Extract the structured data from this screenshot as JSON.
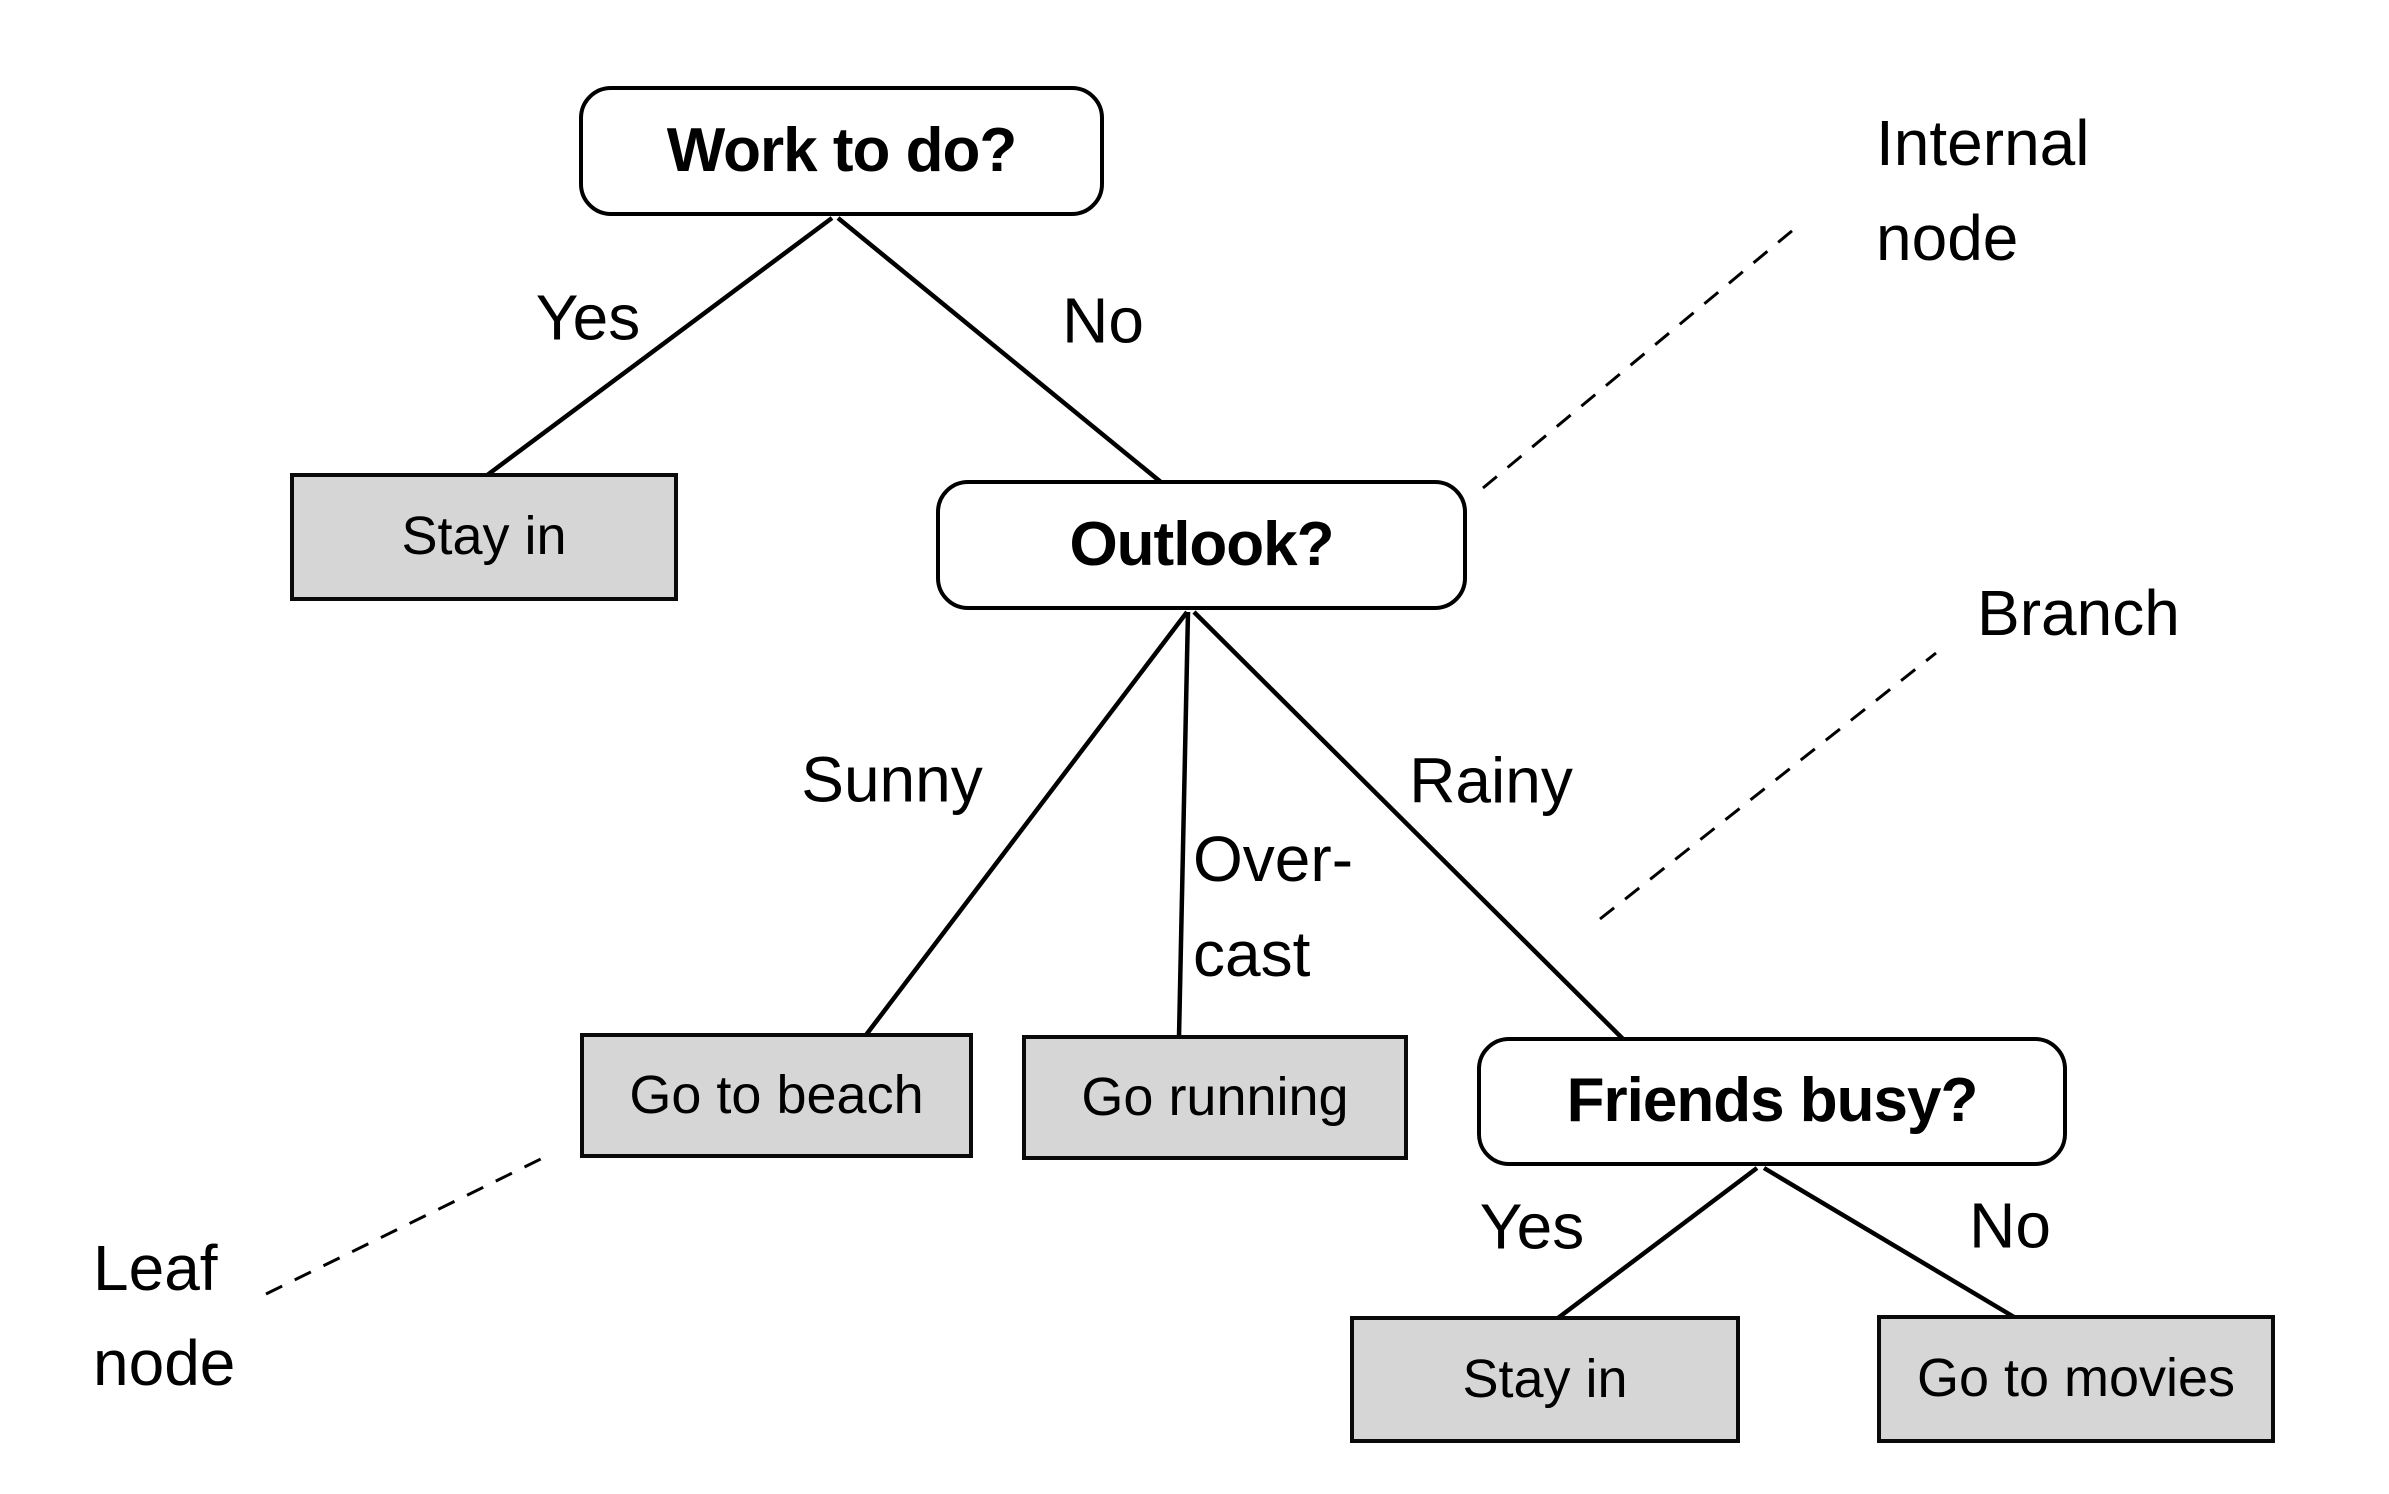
{
  "diagram": {
    "title": "decision-tree-example",
    "colors": {
      "background": "#ffffff",
      "internal_node_fill": "#ffffff",
      "leaf_node_fill": "#d6d6d6",
      "outline": "#000000",
      "line": "#000000"
    },
    "nodes": {
      "work_to_do": {
        "label": "Work to do?",
        "type": "internal"
      },
      "stay_in_left": {
        "label": "Stay in",
        "type": "leaf"
      },
      "outlook": {
        "label": "Outlook?",
        "type": "internal"
      },
      "go_to_beach": {
        "label": "Go to beach",
        "type": "leaf"
      },
      "go_running": {
        "label": "Go running",
        "type": "leaf"
      },
      "friends_busy": {
        "label": "Friends busy?",
        "type": "internal"
      },
      "stay_in_right": {
        "label": "Stay in",
        "type": "leaf"
      },
      "go_to_movies": {
        "label": "Go to movies",
        "type": "leaf"
      }
    },
    "edges": [
      {
        "from": "work_to_do",
        "to": "stay_in_left",
        "label": "Yes"
      },
      {
        "from": "work_to_do",
        "to": "outlook",
        "label": "No"
      },
      {
        "from": "outlook",
        "to": "go_to_beach",
        "label": "Sunny"
      },
      {
        "from": "outlook",
        "to": "go_running",
        "label": "Over-\ncast"
      },
      {
        "from": "outlook",
        "to": "friends_busy",
        "label": "Rainy"
      },
      {
        "from": "friends_busy",
        "to": "stay_in_right",
        "label": "Yes"
      },
      {
        "from": "friends_busy",
        "to": "go_to_movies",
        "label": "No"
      }
    ],
    "annotations": [
      {
        "label": "Internal\nnode",
        "points_to": "outlook"
      },
      {
        "label": "Branch",
        "points_to": "edge outlook-rainy-friends_busy"
      },
      {
        "label": "Leaf\nnode",
        "points_to": "go_to_beach"
      }
    ]
  }
}
